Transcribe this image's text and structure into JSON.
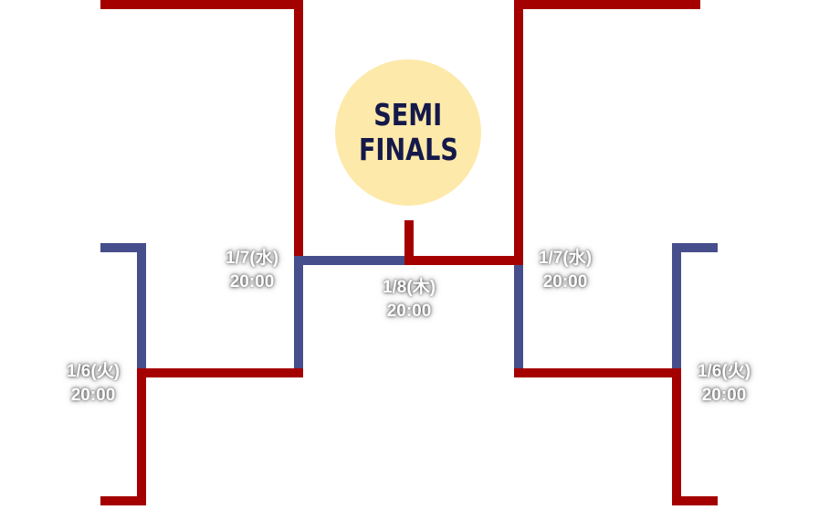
{
  "colors": {
    "red": "#a50000",
    "blue": "#464e8c",
    "circle_bg": "#fde9a9",
    "circle_text": "#15194a"
  },
  "title": {
    "line1": "SEMI",
    "line2": "FINALS"
  },
  "matches": {
    "left_round1": {
      "date": "1/6(火)",
      "time": "20:00"
    },
    "left_round2": {
      "date": "1/7(水)",
      "time": "20:00"
    },
    "semifinal": {
      "date": "1/8(木)",
      "time": "20:00"
    },
    "right_round2": {
      "date": "1/7(水)",
      "time": "20:00"
    },
    "right_round1": {
      "date": "1/6(火)",
      "time": "20:00"
    }
  }
}
